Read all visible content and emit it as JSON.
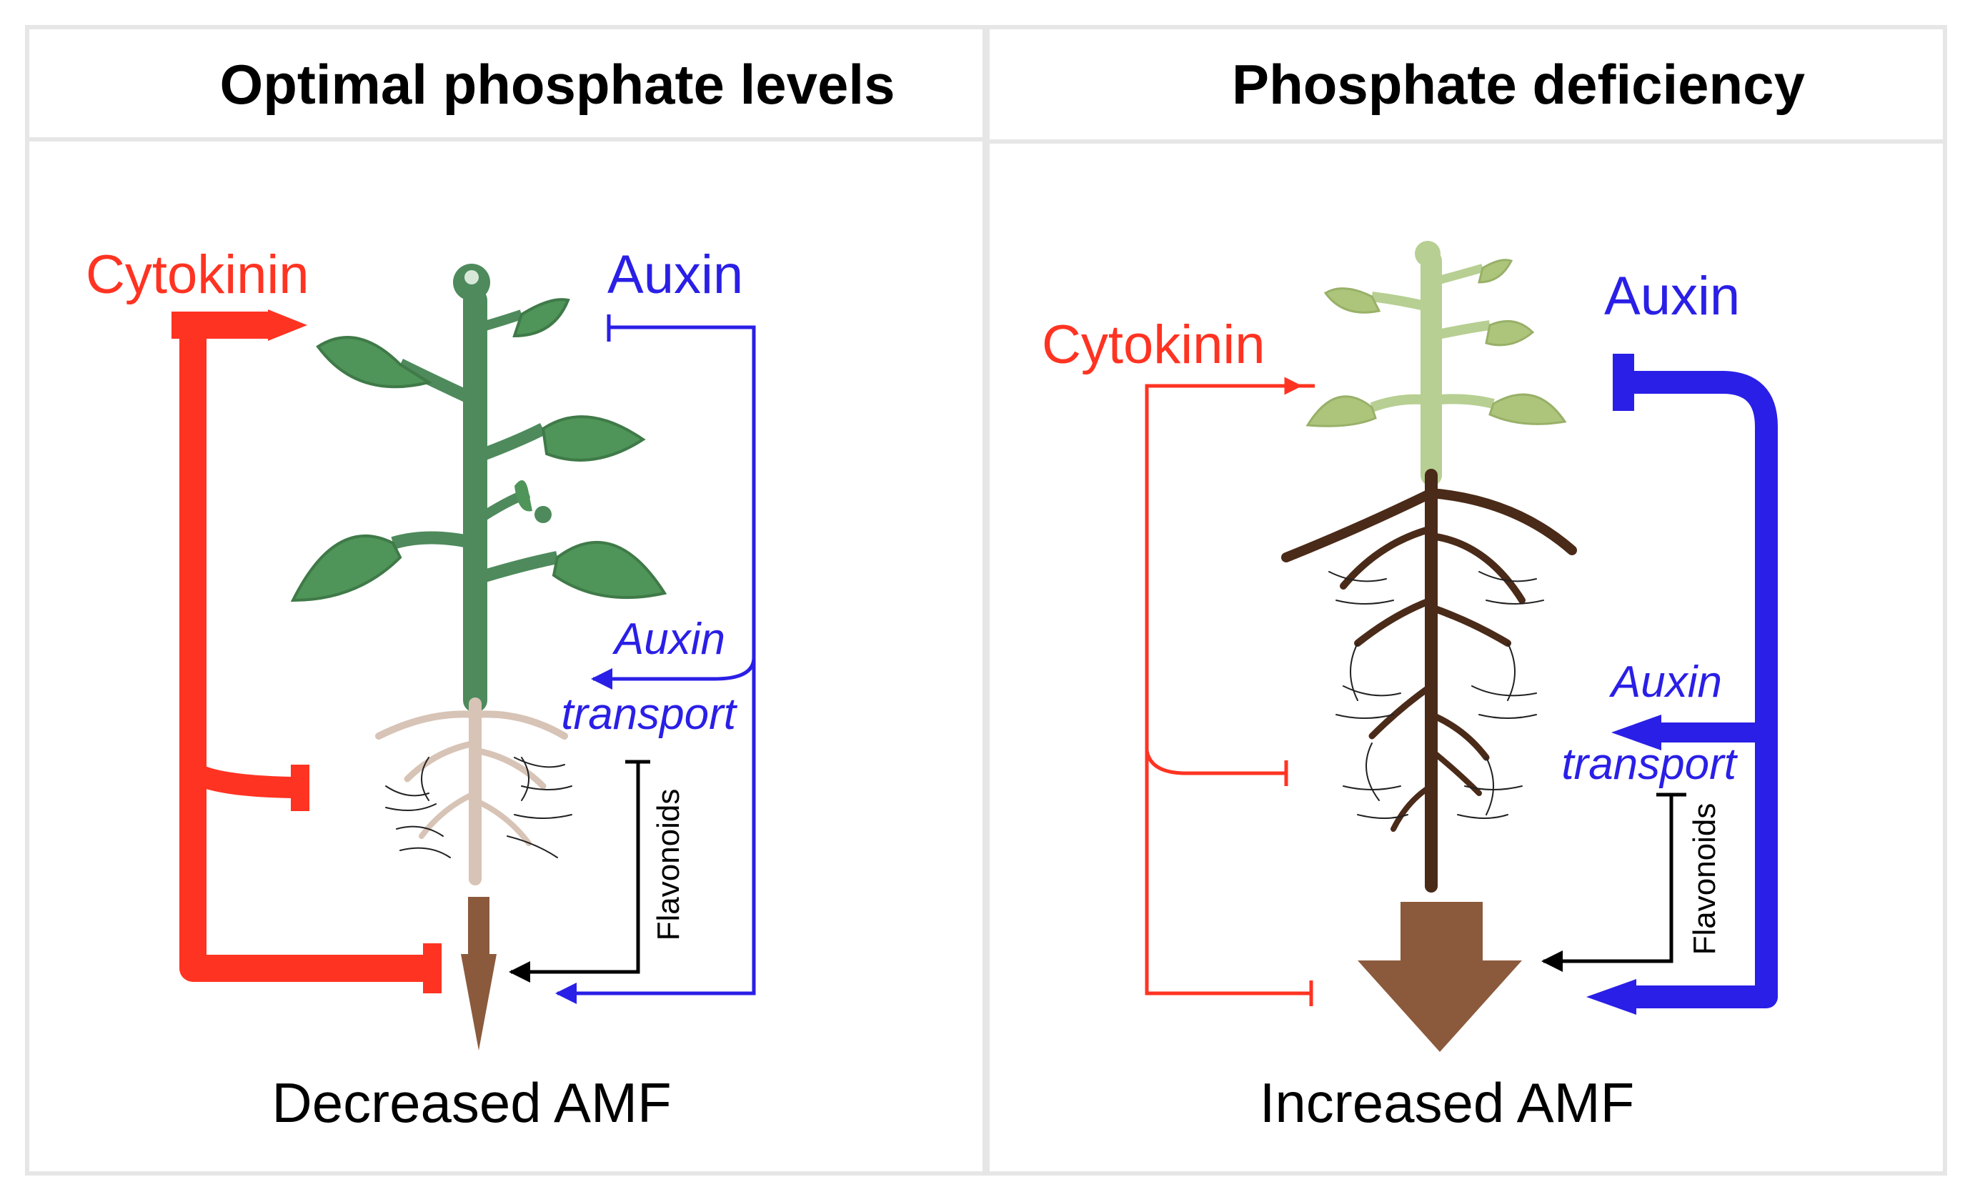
{
  "panels": [
    {
      "title": "Optimal phosphate levels",
      "cytokinin_label": "Cytokinin",
      "auxin_label": "Auxin",
      "auxin_transport_line1": "Auxin",
      "auxin_transport_line2": "transport",
      "flavonoids_label": "Flavonoids",
      "outcome_label": "Decreased AMF"
    },
    {
      "title": "Phosphate deficiency",
      "cytokinin_label": "Cytokinin",
      "auxin_label": "Auxin",
      "auxin_transport_line1": "Auxin",
      "auxin_transport_line2": "transport",
      "flavonoids_label": "Flavonoids",
      "outcome_label": "Increased AMF"
    }
  ],
  "colors": {
    "cytokinin": "#ff3322",
    "auxin": "#2a1fe6",
    "flavonoids": "#000000",
    "amf_arrow": "#8b5a3c",
    "stem_healthy": "#4e8a5c",
    "leaf_healthy": "#4f9458",
    "stem_deficient": "#b7cf92",
    "leaf_deficient": "#adc57b",
    "root_light": "#d7c4b6",
    "root_dark": "#4a2a18"
  }
}
